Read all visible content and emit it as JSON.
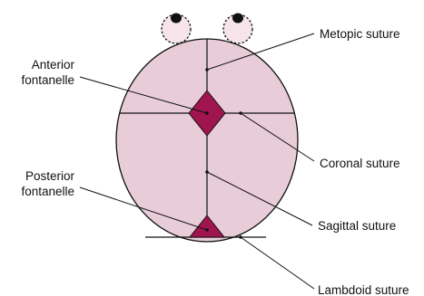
{
  "colors": {
    "skull_fill": "#e8cdd9",
    "fontanelle_fill": "#a0154f",
    "eye_fill": "#f7e4ea",
    "line": "#111111"
  },
  "labels": {
    "metopic": "Metopic suture",
    "anterior_line1": "Anterior",
    "anterior_line2": "fontanelle",
    "coronal": "Coronal suture",
    "posterior_line1": "Posterior",
    "posterior_line2": "fontanelle",
    "sagittal": "Sagittal suture",
    "lambdoid": "Lambdoid suture"
  },
  "icons": {
    "eyes": "eye-icon"
  }
}
